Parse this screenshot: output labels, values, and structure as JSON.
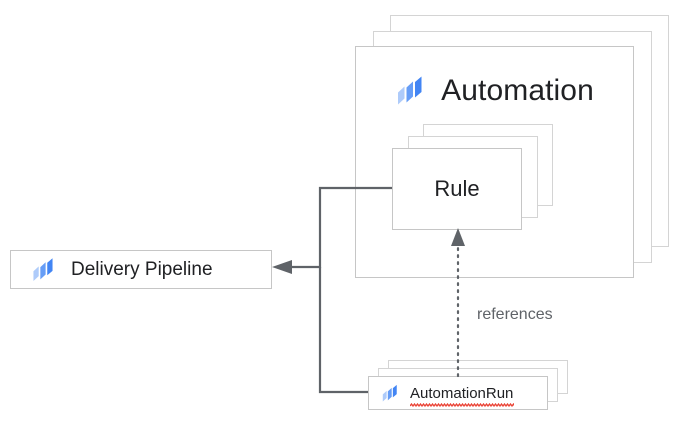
{
  "diagram": {
    "title": "Cloud Deploy automation relationship diagram",
    "nodes": {
      "delivery_pipeline": {
        "label": "Delivery Pipeline",
        "icon": "deploy-pipeline-icon"
      },
      "automation_group": {
        "label": "Automation",
        "icon": "deploy-pipeline-icon",
        "stack_count": 3
      },
      "rule": {
        "label": "Rule",
        "stack_count": 3
      },
      "automation_run": {
        "label": "AutomationRun",
        "icon": "deploy-pipeline-icon",
        "stack_count": 3,
        "spellcheck_underline": true
      }
    },
    "edges": [
      {
        "id": "rule-to-pipeline",
        "from": "rule",
        "to": "delivery_pipeline",
        "style": "solid",
        "arrowhead": "filled-triangle",
        "label": ""
      },
      {
        "id": "run-to-pipeline",
        "from": "automation_run",
        "to": "delivery_pipeline",
        "style": "solid",
        "arrowhead": "none",
        "label": ""
      },
      {
        "id": "run-references-rule",
        "from": "automation_run",
        "to": "rule",
        "style": "dotted",
        "arrowhead": "filled-triangle",
        "label": "references"
      }
    ]
  },
  "colors": {
    "background": "#ffffff",
    "box_border": "#d4d4d4",
    "box_border_front": "#c6c6c6",
    "text_primary": "#202124",
    "text_secondary": "#5f6368",
    "connector": "#5f6368",
    "icon_blue_dark": "#4285f4",
    "icon_blue_mid": "#669df6",
    "icon_blue_light": "#aecbfa",
    "spellcheck_red": "#ea4335"
  }
}
